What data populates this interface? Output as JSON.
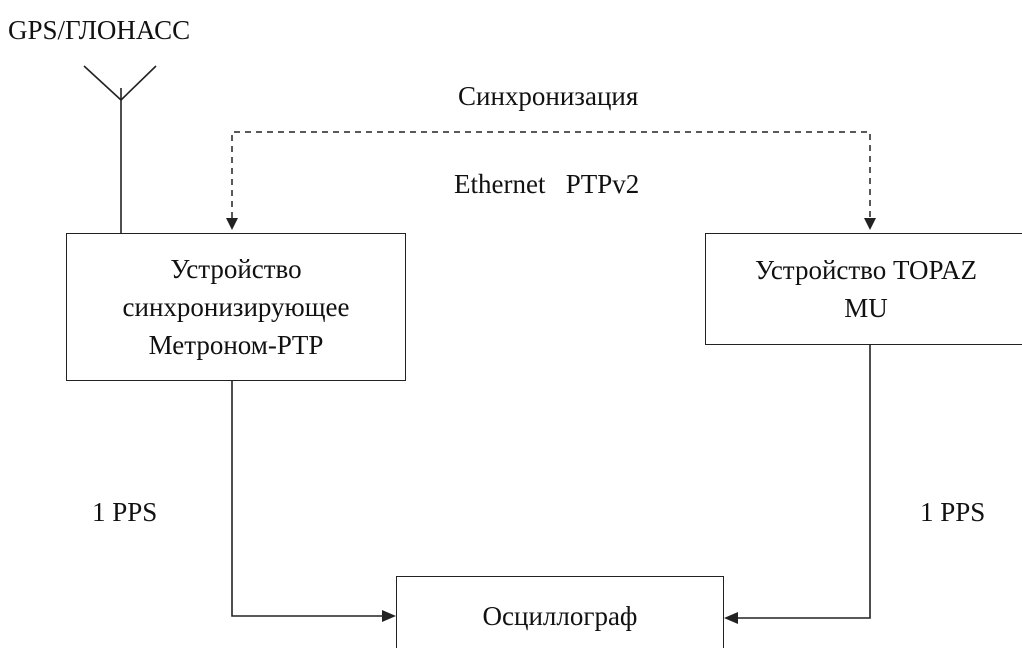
{
  "antenna": {
    "label": "GPS/ГЛОНАСС"
  },
  "sync_link": {
    "title": "Синхронизация",
    "protocol": "Ethernet   PTPv2"
  },
  "devices": {
    "metronom": {
      "lines": [
        "Устройство",
        "синхронизирующее",
        "Метроном-PTP"
      ]
    },
    "topaz": {
      "lines": [
        "Устройство TOPAZ",
        "MU"
      ]
    },
    "oscilloscope": {
      "label": "Осциллограф"
    }
  },
  "signals": {
    "left_pps": "1 PPS",
    "right_pps": "1 PPS"
  },
  "colors": {
    "line": "#222222",
    "text": "#111111"
  }
}
